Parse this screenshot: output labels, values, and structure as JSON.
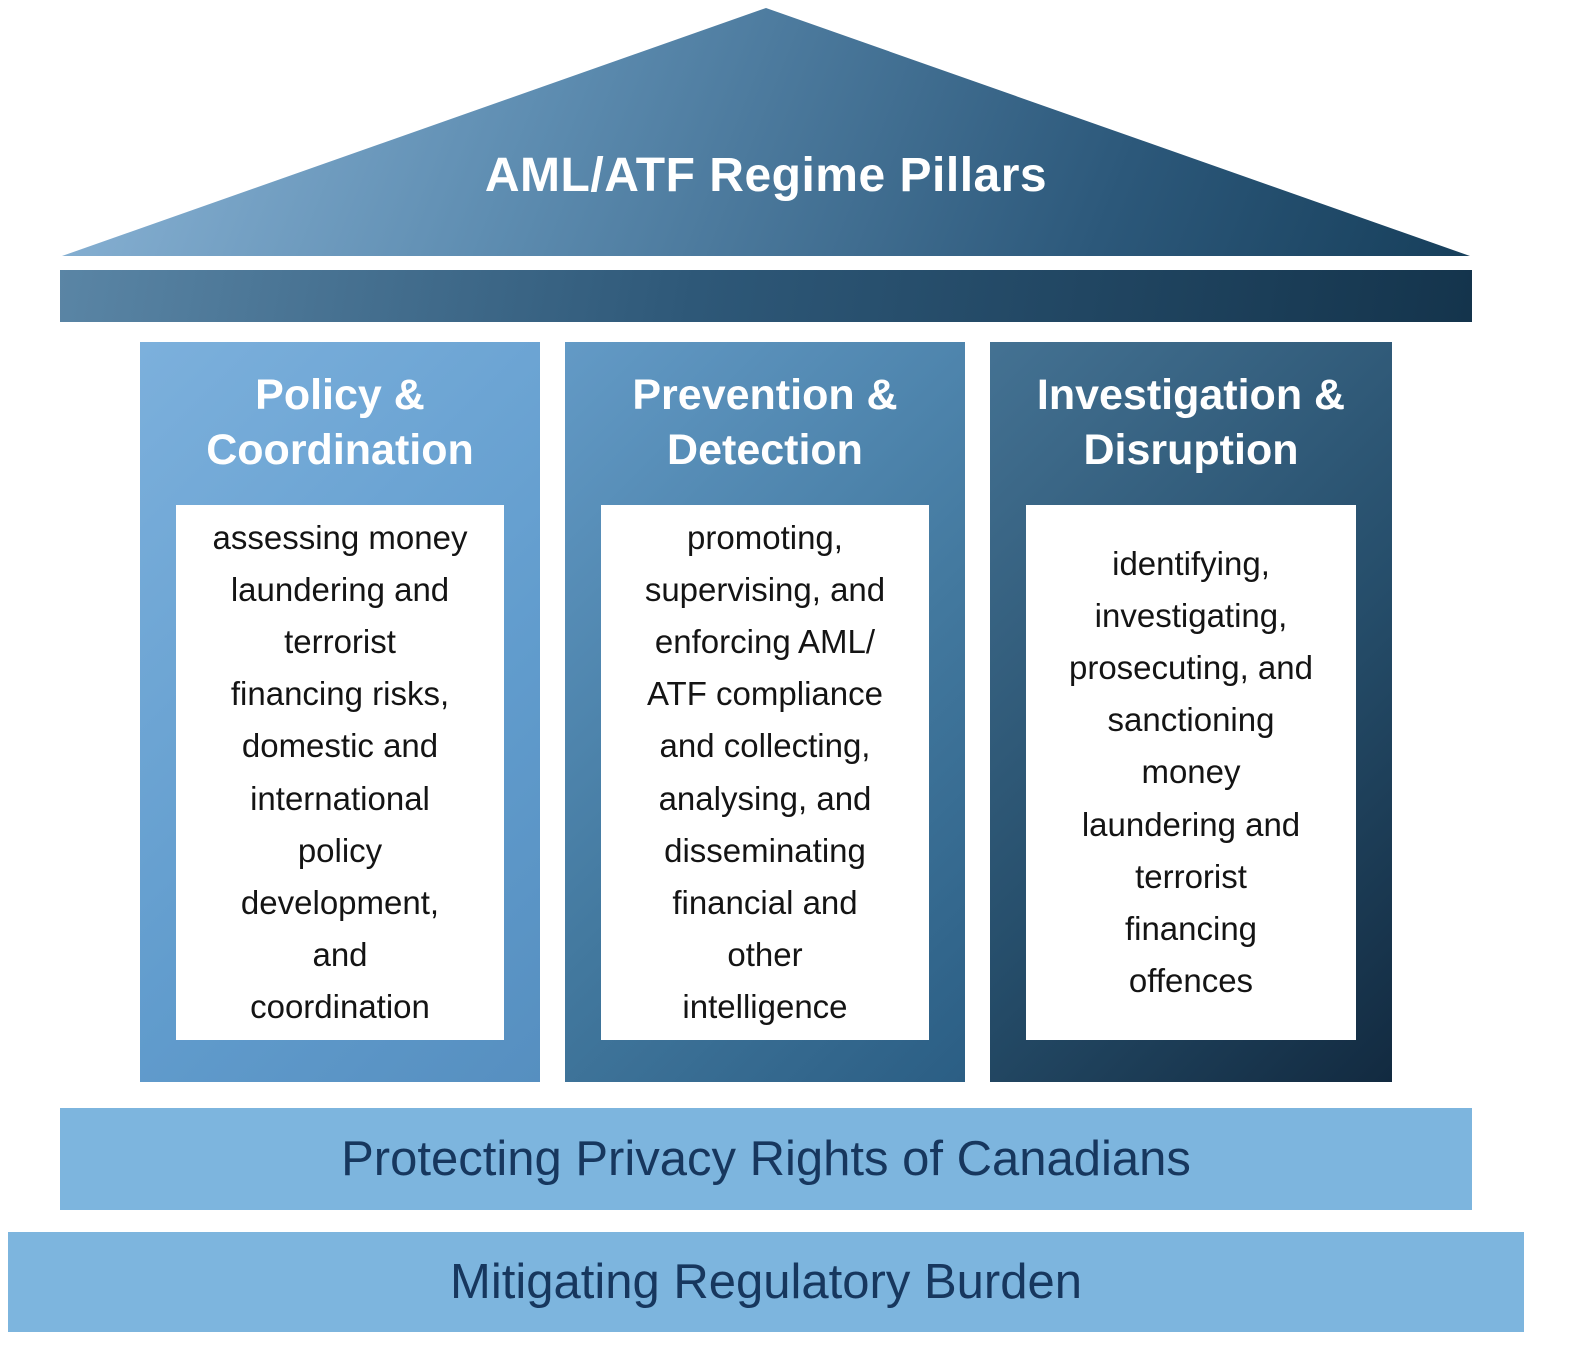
{
  "title": "AML/ATF Regime Pillars",
  "pillars": [
    {
      "heading": "Policy &\nCoordination",
      "body": "assessing money\nlaundering and\nterrorist\nfinancing risks,\ndomestic and\ninternational\npolicy\ndevelopment,\nand\ncoordination"
    },
    {
      "heading": "Prevention &\nDetection",
      "body": "promoting,\nsupervising, and\nenforcing AML/\nATF compliance\nand collecting,\nanalysing, and\ndisseminating\nfinancial and\nother\nintelligence"
    },
    {
      "heading": "Investigation &\nDisruption",
      "body": "identifying,\ninvestigating,\nprosecuting, and\nsanctioning\nmoney\nlaundering and\nterrorist\nfinancing\noffences"
    }
  ],
  "foundations": [
    "Protecting Privacy Rights of Canadians",
    "Mitigating Regulatory Burden"
  ],
  "colors": {
    "roof_gradient_start": "#8db6d8",
    "roof_gradient_end": "#173f5b",
    "beam_dark": "#14344c",
    "pillar_light": "#6fa6d6",
    "pillar_medium": "#3f779f",
    "pillar_dark": "#1d425e",
    "foundation_bar": "#7db5de",
    "foundation_text": "#17375e",
    "heading_text": "#ffffff",
    "body_text": "#141414"
  }
}
